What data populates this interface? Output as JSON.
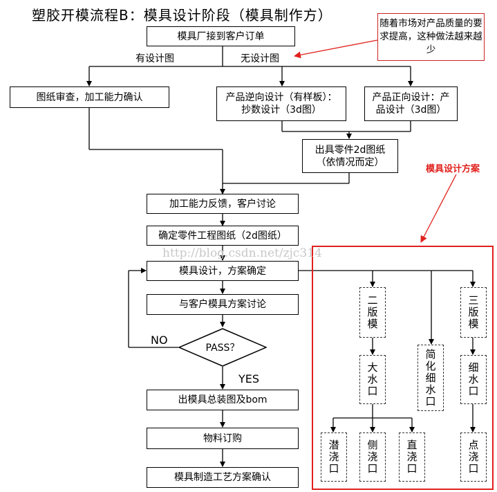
{
  "title": "塑胶开模流程B：模具设计阶段（模具制作方）",
  "note": "随着市场对产品质量的要求提高，这种做法越来越少",
  "red_label": "模具设计方案",
  "watermark": "http://blog.csdn.net/zjc314",
  "labels": {
    "with_design": "有设计图",
    "no_design": "无设计图",
    "no": "NO",
    "yes": "YES"
  },
  "boxes": {
    "order": "模具厂接到客户订单",
    "review": "图纸审查，加工能力确认",
    "reverse": "产品逆向设计（有样板）：抄数设计（3d图）",
    "forward": "产品正向设计：产品设计（3d图）",
    "parts2d": "出具零件2d图纸（依情况而定）",
    "feedback": "加工能力反馈，客户讨论",
    "confirm_drawing": "确定零件工程图纸（2d图纸）",
    "mold_design": "模具设计，方案确定",
    "discuss": "与客户模具方案讨论",
    "pass": "PASS？",
    "assembly": "出模具总装图及bom",
    "purchase": "物料订购",
    "process": "模具制造工艺方案确认"
  },
  "scheme": {
    "two_plate": "二版模",
    "big_gate": "大水口",
    "simplified": "简化细水口",
    "three_plate": "三版模",
    "fine_gate": "细水口",
    "sub_gate": "潜浇口",
    "side_gate": "侧浇口",
    "direct_gate": "直浇口",
    "pin_gate": "点浇口"
  }
}
